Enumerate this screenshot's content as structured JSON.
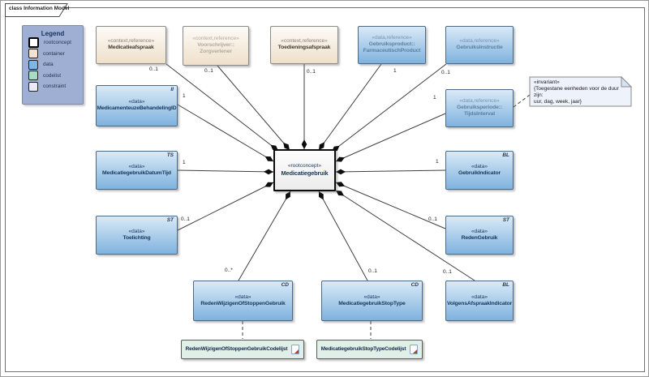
{
  "frame": {
    "title": "class Information Model"
  },
  "legend": {
    "title": "Legend",
    "items": [
      {
        "label": "rootconcept",
        "color": "#FFFFFF"
      },
      {
        "label": "container",
        "color": "#F2E2CE"
      },
      {
        "label": "data",
        "color": "#7EB6E4"
      },
      {
        "label": "codelist",
        "color": "#A9DCC3"
      },
      {
        "label": "constraint",
        "color": "#EAEAF8"
      }
    ]
  },
  "center": {
    "stereotype": "«rootconcept»",
    "name": "Medicatiegebruik"
  },
  "nodes": [
    {
      "stereotype": "«context,reference»",
      "name": "Medicatieafspraak",
      "mult": "0..1"
    },
    {
      "stereotype": "«context,reference»",
      "name": "Voorschrijver::\nZorgverlener",
      "mult": "0..1"
    },
    {
      "stereotype": "«context,reference»",
      "name": "Toedieningsafspraak",
      "mult": "0..1"
    },
    {
      "stereotype": "«data,reference»",
      "name": "Gebruiksproduct::\nFarmaceutischProduct",
      "mult": "1"
    },
    {
      "stereotype": "«data,reference»",
      "name": "GebruiksInstructie",
      "mult": "0..1"
    },
    {
      "stereotype": "«data,reference»",
      "name": "Gebruiksperiode::\nTijdsInterval",
      "mult": "1"
    },
    {
      "stereotype": "«data»",
      "name": "MedicamenteuzeBehandelingID",
      "mult": "1",
      "tag": "II"
    },
    {
      "stereotype": "«data»",
      "name": "MedicatiegebruikDatumTijd",
      "mult": "1",
      "tag": "TS"
    },
    {
      "stereotype": "«data»",
      "name": "Toelichting",
      "mult": "0..1",
      "tag": "ST"
    },
    {
      "stereotype": "«data»",
      "name": "GebruikIndicator",
      "mult": "1",
      "tag": "BL"
    },
    {
      "stereotype": "«data»",
      "name": "RedenGebruik",
      "mult": "0..1",
      "tag": "ST"
    },
    {
      "stereotype": "«data»",
      "name": "VolgensAfspraakIndicator",
      "mult": "0..1",
      "tag": "BL"
    },
    {
      "stereotype": "«data»",
      "name": "RedenWijzigenOfStoppenGebruik",
      "mult": "0..*",
      "tag": "CD"
    },
    {
      "stereotype": "«data»",
      "name": "MedicatiegebruikStopType",
      "mult": "0..1",
      "tag": "CD"
    }
  ],
  "codelists": [
    {
      "name": "RedenWijzigenOfStoppenGebruikCodelijst"
    },
    {
      "name": "MedicatiegebruikStopTypeCodelijst"
    }
  ],
  "note": {
    "stereotype": "«invariant»",
    "body": "{Toegestane eenheden voor de duur zijn:\nuur, dag, week, jaar}"
  }
}
